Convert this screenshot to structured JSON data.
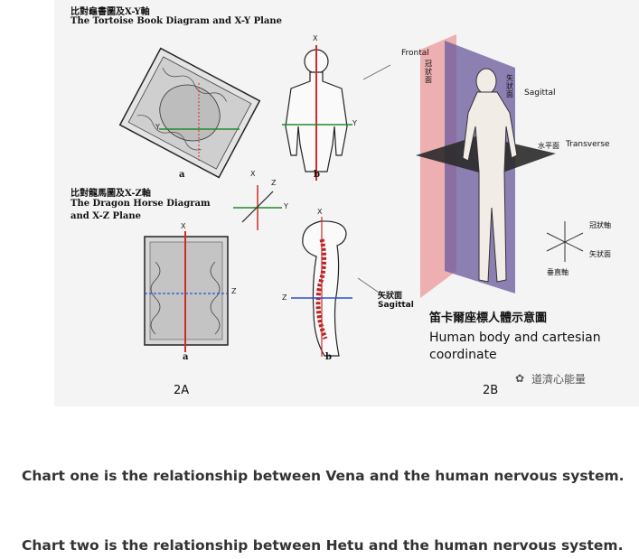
{
  "figure": {
    "panel_2a": {
      "title_top_cn": "比對龜書圖及X-Y軸",
      "title_top_en": "The Tortoise Book Diagram and X-Y Plane",
      "title_mid_cn": "比對龍馬圖及X-Z軸",
      "title_mid_en_1": "The Dragon Horse Diagram",
      "title_mid_en_2": "and X-Z Plane",
      "sub_a_top": "a",
      "sub_b_top": "b",
      "sub_a_bottom": "a",
      "sub_b_bottom": "b",
      "axis_x": "X",
      "axis_y": "Y",
      "axis_z": "Z",
      "sagittal_cn": "矢狀面",
      "sagittal_en": "Sagittal",
      "panel_label": "2A"
    },
    "panel_2b": {
      "frontal_en": "Frontal",
      "frontal_cn": "冠狀面",
      "sagittal_cn": "矢狀面",
      "sagittal_en": "Sagittal",
      "transverse_cn": "水平面",
      "transverse_en": "Transverse",
      "axis_coronal": "冠狀軸",
      "axis_sagittal": "矢狀面",
      "axis_vertical": "垂直軸",
      "caption_cn": "笛卡爾座標人體示意圖",
      "caption_en_1": "Human body and cartesian",
      "caption_en_2": "coordinate",
      "panel_label": "2B"
    },
    "watermark": "道濟心能量",
    "colors": {
      "frontal_plane": "#e98a8a",
      "sagittal_plane": "#6a5a9e",
      "axis_red": "#d22a2a",
      "axis_blue": "#2a4fd2",
      "axis_green": "#1f8a2a"
    }
  },
  "text": {
    "line1": "Chart one is the relationship between Vena and the human nervous system.",
    "line2": "Chart two is the relationship between Hetu and the human nervous system."
  }
}
